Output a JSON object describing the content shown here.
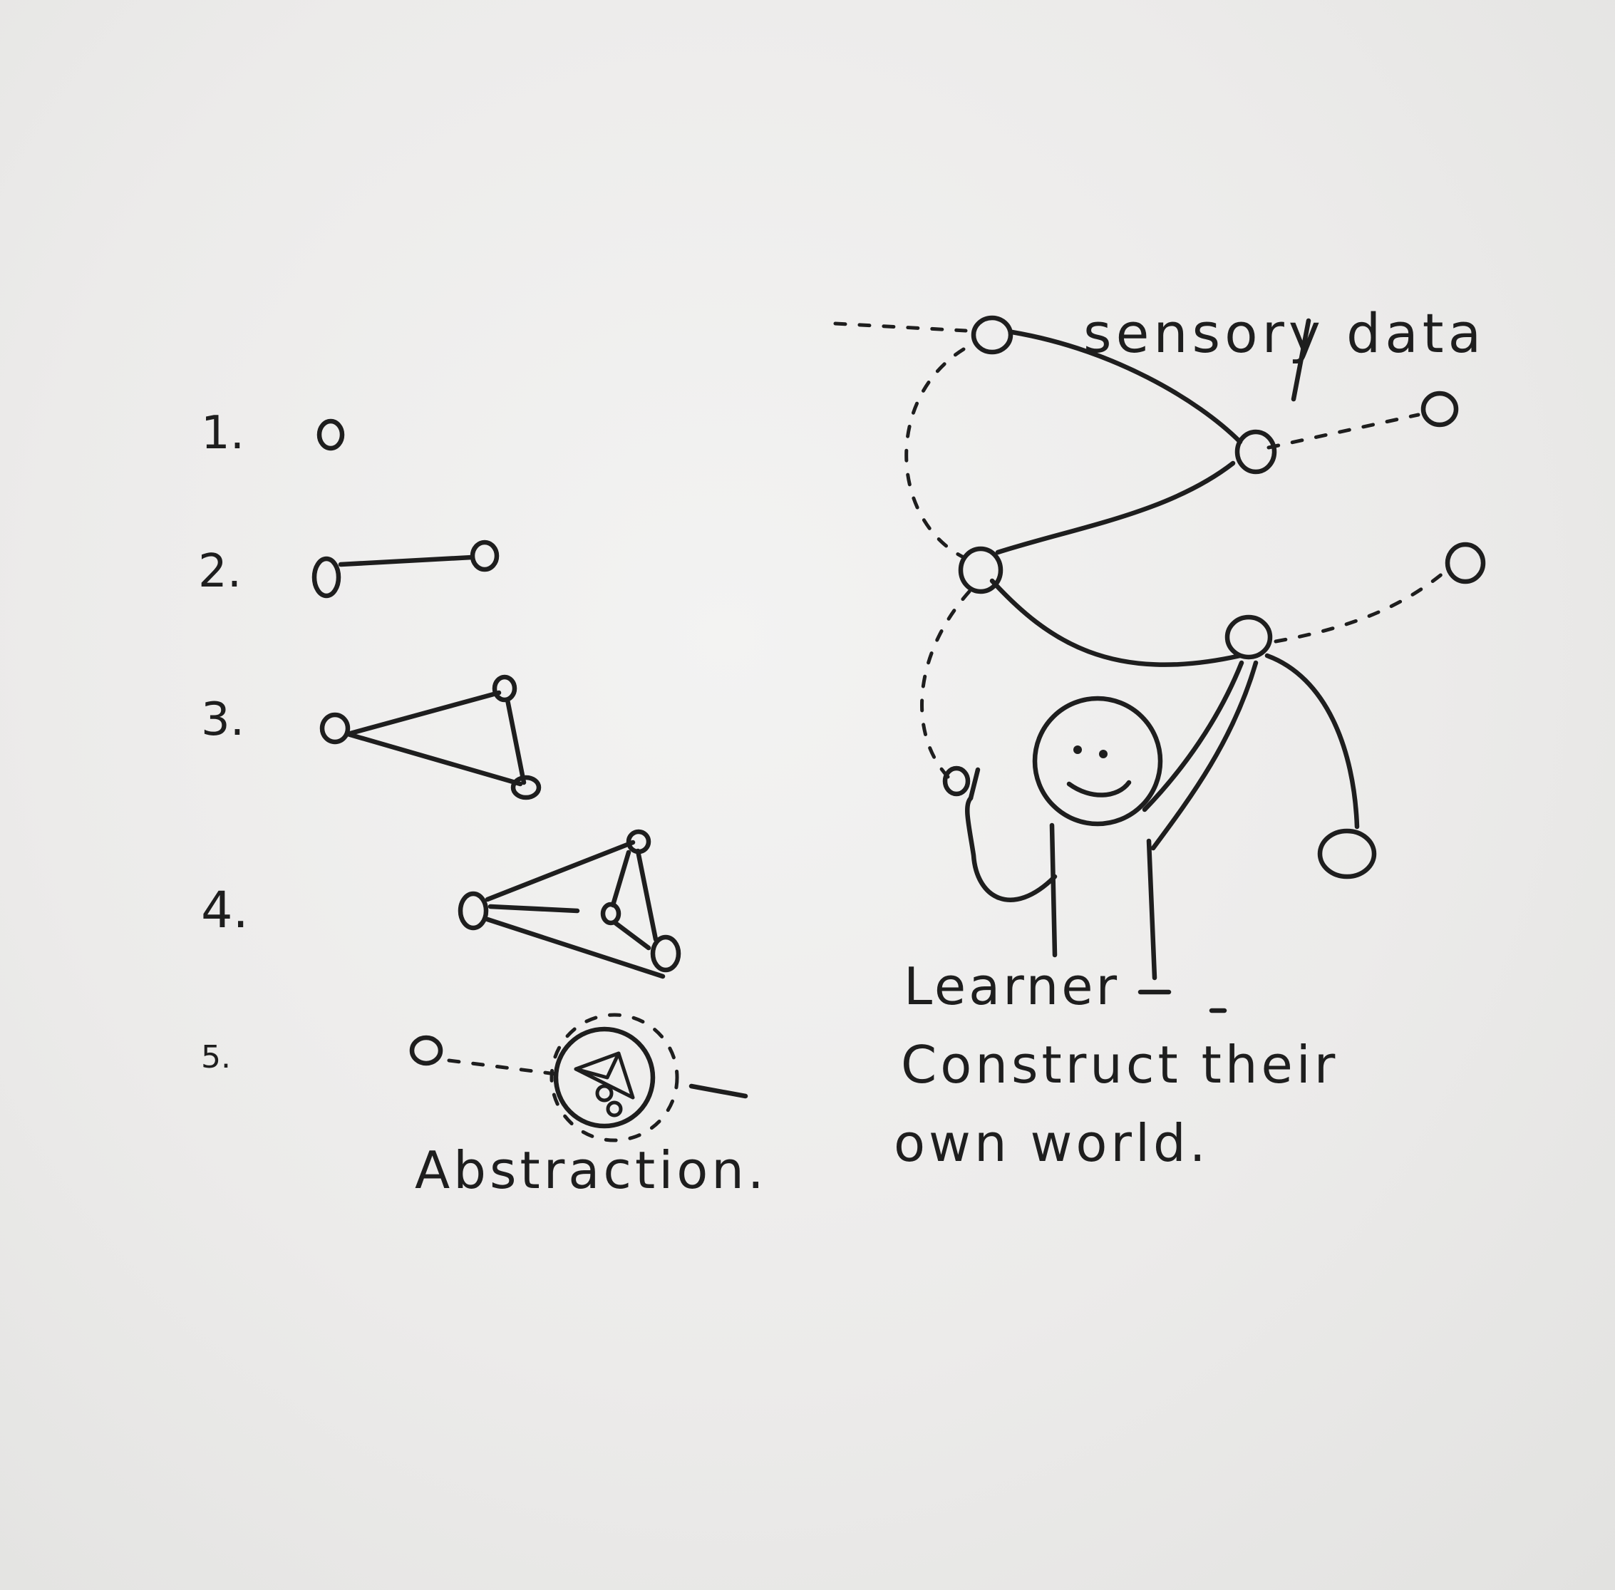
{
  "steps": [
    {
      "label": "1."
    },
    {
      "label": "2."
    },
    {
      "label": "3."
    },
    {
      "label": "4."
    },
    {
      "label": "5."
    }
  ],
  "labels": {
    "sensory": "sensory data",
    "learner": "Learner",
    "construct_line1": "Construct their",
    "construct_line2": "own world.",
    "abstraction": "Abstraction."
  },
  "colors": {
    "ink": "#1e1e1e",
    "paper": "#ececeb"
  }
}
